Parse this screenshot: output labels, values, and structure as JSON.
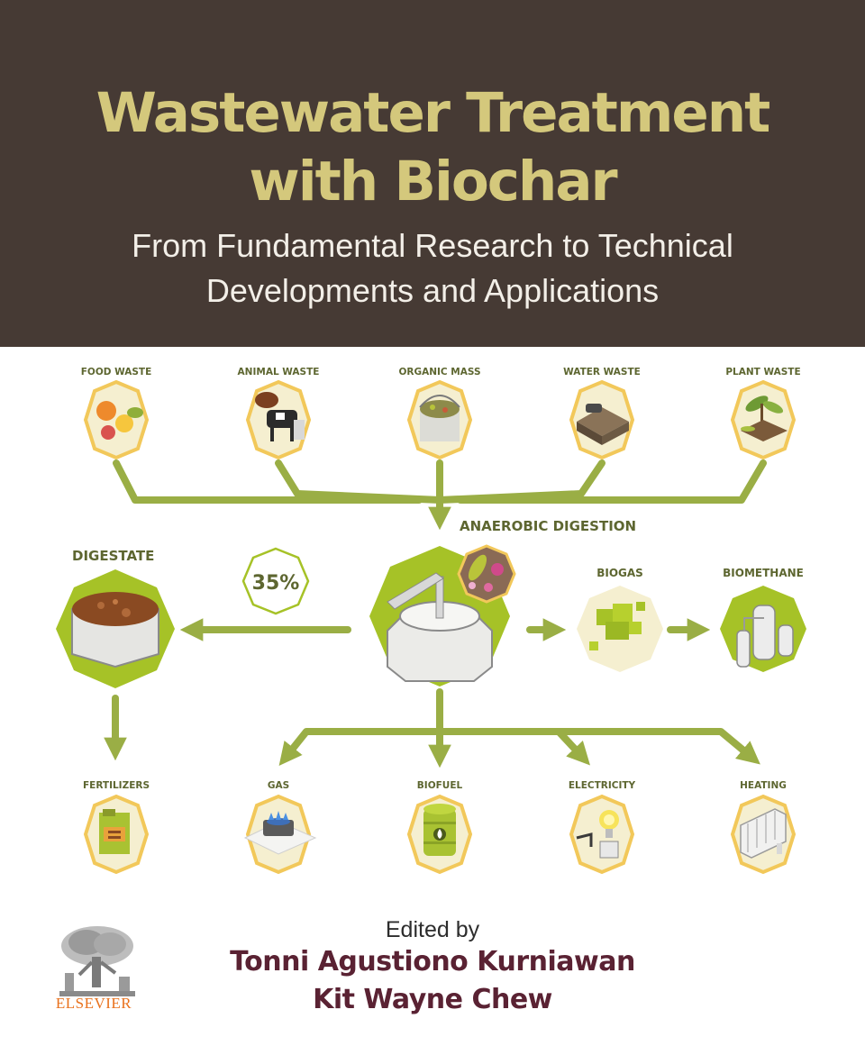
{
  "cover": {
    "title_line1": "Wastewater Treatment",
    "title_line2": "with Biochar",
    "subtitle_line1": "From Fundamental Research to Technical",
    "subtitle_line2": "Developments and Applications",
    "edited_by": "Edited by",
    "editors": [
      "Tonni Agustiono Kurniawan",
      "Kit Wayne Chew"
    ],
    "publisher": "ELSEVIER"
  },
  "diagram": {
    "sources": [
      "FOOD WASTE",
      "ANIMAL WASTE",
      "ORGANIC MASS",
      "WATER WASTE",
      "PLANT WASTE"
    ],
    "process_label": "ANAEROBIC DIGESTION",
    "digestate_label": "DIGESTATE",
    "percent_badge": "35%",
    "gas_outputs": [
      "BIOGAS",
      "BIOMETHANE"
    ],
    "outputs": [
      "FERTILIZERS",
      "GAS",
      "BIOFUEL",
      "ELECTRICITY",
      "HEATING"
    ]
  },
  "colors": {
    "header_bg": "#463a34",
    "title_color": "#d4c87c",
    "flow_green": "#9aae45",
    "bright_green": "#a6c227",
    "badge_border": "#f2c85a",
    "editor_color": "#5a2233",
    "publisher_color": "#e9711c"
  },
  "icons": [
    "food-waste-icon",
    "animal-waste-icon",
    "organic-mass-icon",
    "water-waste-icon",
    "plant-waste-icon",
    "digestate-tank-icon",
    "digester-tank-icon",
    "bacteria-icon",
    "biogas-icon",
    "biomethane-icon",
    "fertilizer-icon",
    "gas-stove-icon",
    "biofuel-barrel-icon",
    "electricity-icon",
    "heating-radiator-icon",
    "elsevier-tree-icon"
  ]
}
